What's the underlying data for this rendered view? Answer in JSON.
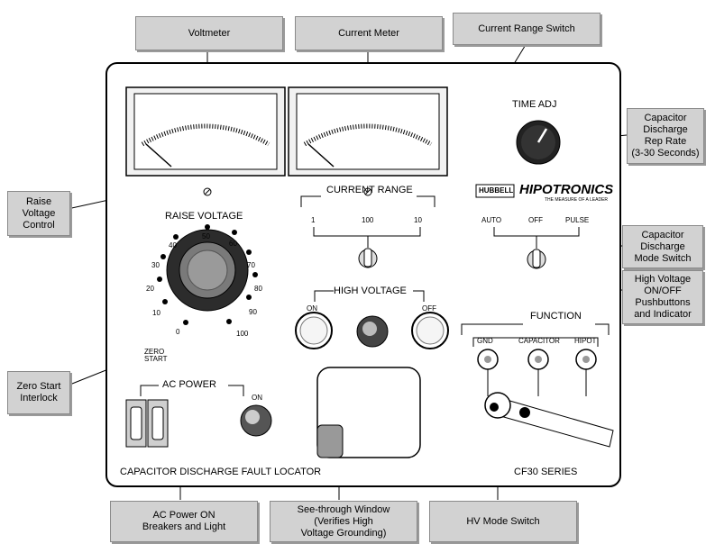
{
  "callouts": {
    "voltmeter": "Voltmeter",
    "current_meter": "Current Meter",
    "current_range_switch": "Current Range Switch",
    "rep_rate": [
      "Capacitor",
      "Discharge",
      "Rep Rate",
      "(3-30 Seconds)"
    ],
    "raise_voltage_control": [
      "Raise",
      "Voltage",
      "Control"
    ],
    "mode_switch": [
      "Capacitor",
      "Discharge",
      "Mode Switch"
    ],
    "high_voltage": [
      "High Voltage",
      "ON/OFF",
      "Pushbuttons",
      "and Indicator"
    ],
    "zero_start": [
      "Zero Start",
      "Interlock"
    ],
    "ac_power": [
      "AC Power ON",
      "Breakers and Light"
    ],
    "window": [
      "See-through Window",
      "(Verifies High",
      "Voltage Grounding)"
    ],
    "hv_mode_switch": "HV Mode Switch"
  },
  "panel": {
    "time_adj": "TIME ADJ",
    "brand_hubbell": "HUBBELL",
    "brand_hipotronics": "HIPOTRONICS",
    "brand_tagline": "THE MEASURE OF A LEADER",
    "raise_voltage": "RAISE VOLTAGE",
    "current_range": "CURRENT RANGE",
    "range_1": "1",
    "range_100": "100",
    "range_10": "10",
    "mode_auto": "AUTO",
    "mode_off": "OFF",
    "mode_pulse": "PULSE",
    "high_voltage": "HIGH VOLTAGE",
    "hv_on": "ON",
    "hv_off": "OFF",
    "function": "FUNCTION",
    "fn_gnd": "GND",
    "fn_capacitor": "CAPACITOR",
    "fn_hipot": "HIPOT",
    "ac_power": "AC POWER",
    "ac_on": "ON",
    "zero": "ZERO",
    "start": "START",
    "dial_labels": [
      "0",
      "10",
      "20",
      "30",
      "40",
      "50",
      "60",
      "70",
      "80",
      "90",
      "100"
    ],
    "title": "CAPACITOR DISCHARGE FAULT LOCATOR",
    "series": "CF30 SERIES"
  }
}
